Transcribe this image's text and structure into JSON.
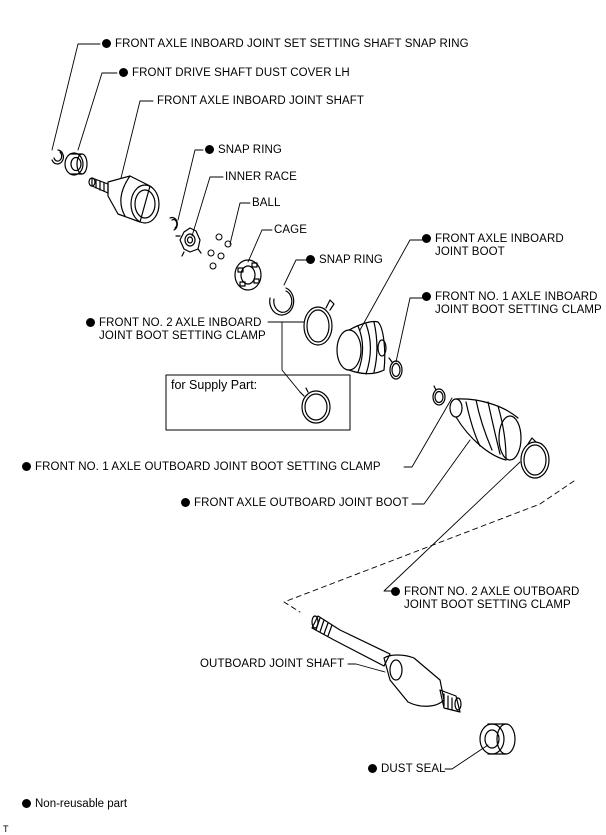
{
  "labels": {
    "snap_ring_shaft": "FRONT AXLE INBOARD JOINT SET SETTING SHAFT SNAP RING",
    "dust_cover": "FRONT DRIVE SHAFT DUST COVER LH",
    "inboard_shaft": "FRONT AXLE INBOARD JOINT SHAFT",
    "snap_ring_1": "SNAP RING",
    "inner_race": "INNER RACE",
    "ball": "BALL",
    "cage": "CAGE",
    "snap_ring_2": "SNAP RING",
    "inboard_boot_l1": "FRONT AXLE INBOARD",
    "inboard_boot_l2": "JOINT BOOT",
    "no1_inboard_clamp_l1": "FRONT NO. 1 AXLE INBOARD",
    "no1_inboard_clamp_l2": "JOINT BOOT SETTING CLAMP",
    "no2_inboard_clamp_l1": "FRONT NO. 2 AXLE INBOARD",
    "no2_inboard_clamp_l2": "JOINT BOOT SETTING CLAMP",
    "supply_part": "for Supply Part:",
    "no1_outboard_clamp": "FRONT NO. 1 AXLE OUTBOARD JOINT BOOT SETTING CLAMP",
    "outboard_boot": "FRONT AXLE OUTBOARD JOINT BOOT",
    "no2_outboard_clamp_l1": "FRONT NO. 2 AXLE OUTBOARD",
    "no2_outboard_clamp_l2": "JOINT BOOT SETTING CLAMP",
    "outboard_shaft": "OUTBOARD JOINT SHAFT",
    "dust_seal": "DUST SEAL"
  },
  "legend": {
    "text": "Non-reusable part"
  },
  "corner_mark": "T",
  "colors": {
    "ink": "#000000",
    "background": "#ffffff"
  }
}
